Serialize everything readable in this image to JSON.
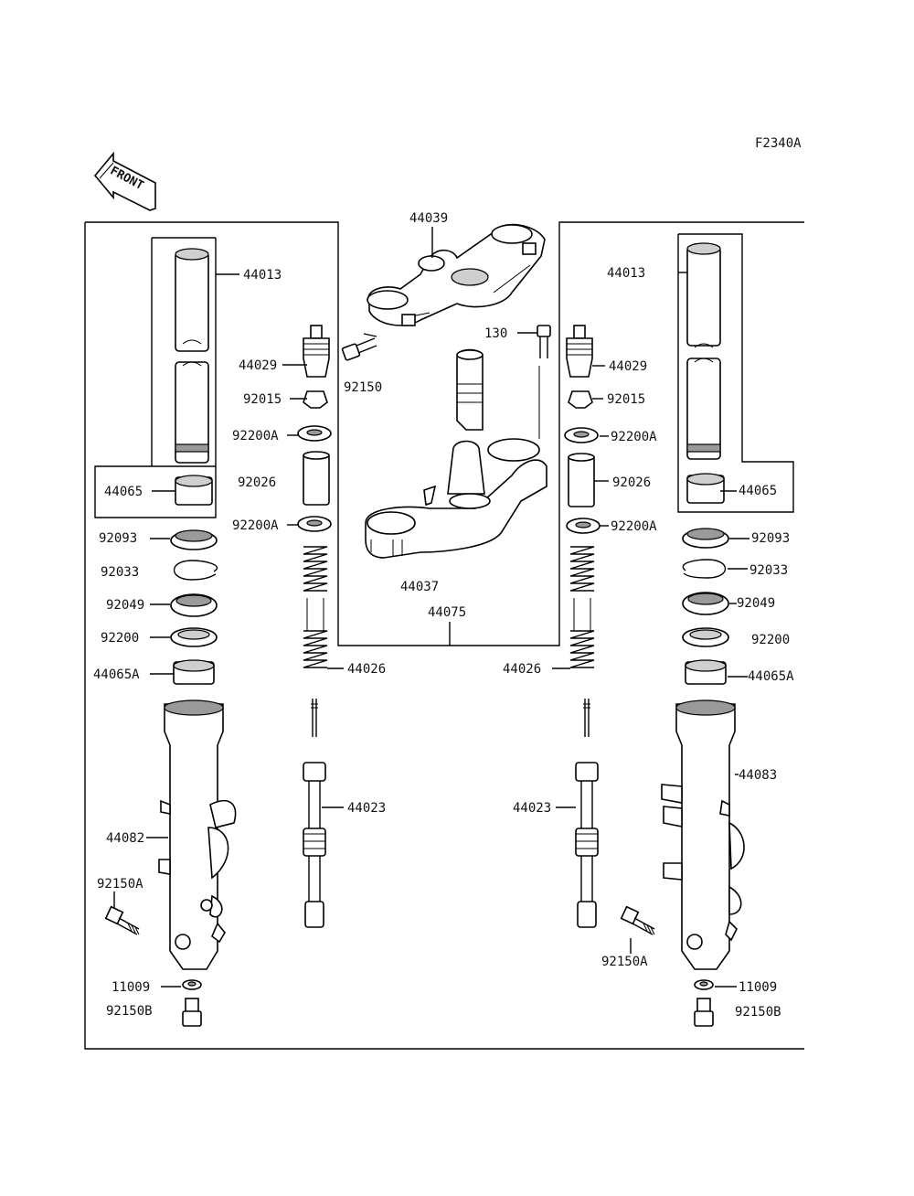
{
  "figure_code": "F2340A",
  "front_label": "FRONT",
  "labels": {
    "l_44013": "44013",
    "l_44065": "44065",
    "l_44029": "44029",
    "l_92015": "92015",
    "l_92200A_top": "92200A",
    "l_92026": "92026",
    "l_92200A_bot": "92200A",
    "l_92093": "92093",
    "l_92033": "92033",
    "l_92049": "92049",
    "l_92200": "92200",
    "l_44065A": "44065A",
    "l_44026": "44026",
    "l_44023": "44023",
    "l_44082": "44082",
    "l_92150A": "92150A",
    "l_11009": "11009",
    "l_92150B": "92150B",
    "r_44013": "44013",
    "r_44065": "44065",
    "r_44029": "44029",
    "r_92015": "92015",
    "r_92200A_top": "92200A",
    "r_92026": "92026",
    "r_92200A_bot": "92200A",
    "r_92093": "92093",
    "r_92033": "92033",
    "r_92049": "92049",
    "r_92200": "92200",
    "r_44065A": "44065A",
    "r_44026": "44026",
    "r_44023": "44023",
    "r_44083": "44083",
    "r_92150A": "92150A",
    "r_11009": "11009",
    "r_92150B": "92150B",
    "c_44039": "44039",
    "c_130": "130",
    "c_92150": "92150",
    "c_44037": "44037",
    "c_44075": "44075"
  }
}
